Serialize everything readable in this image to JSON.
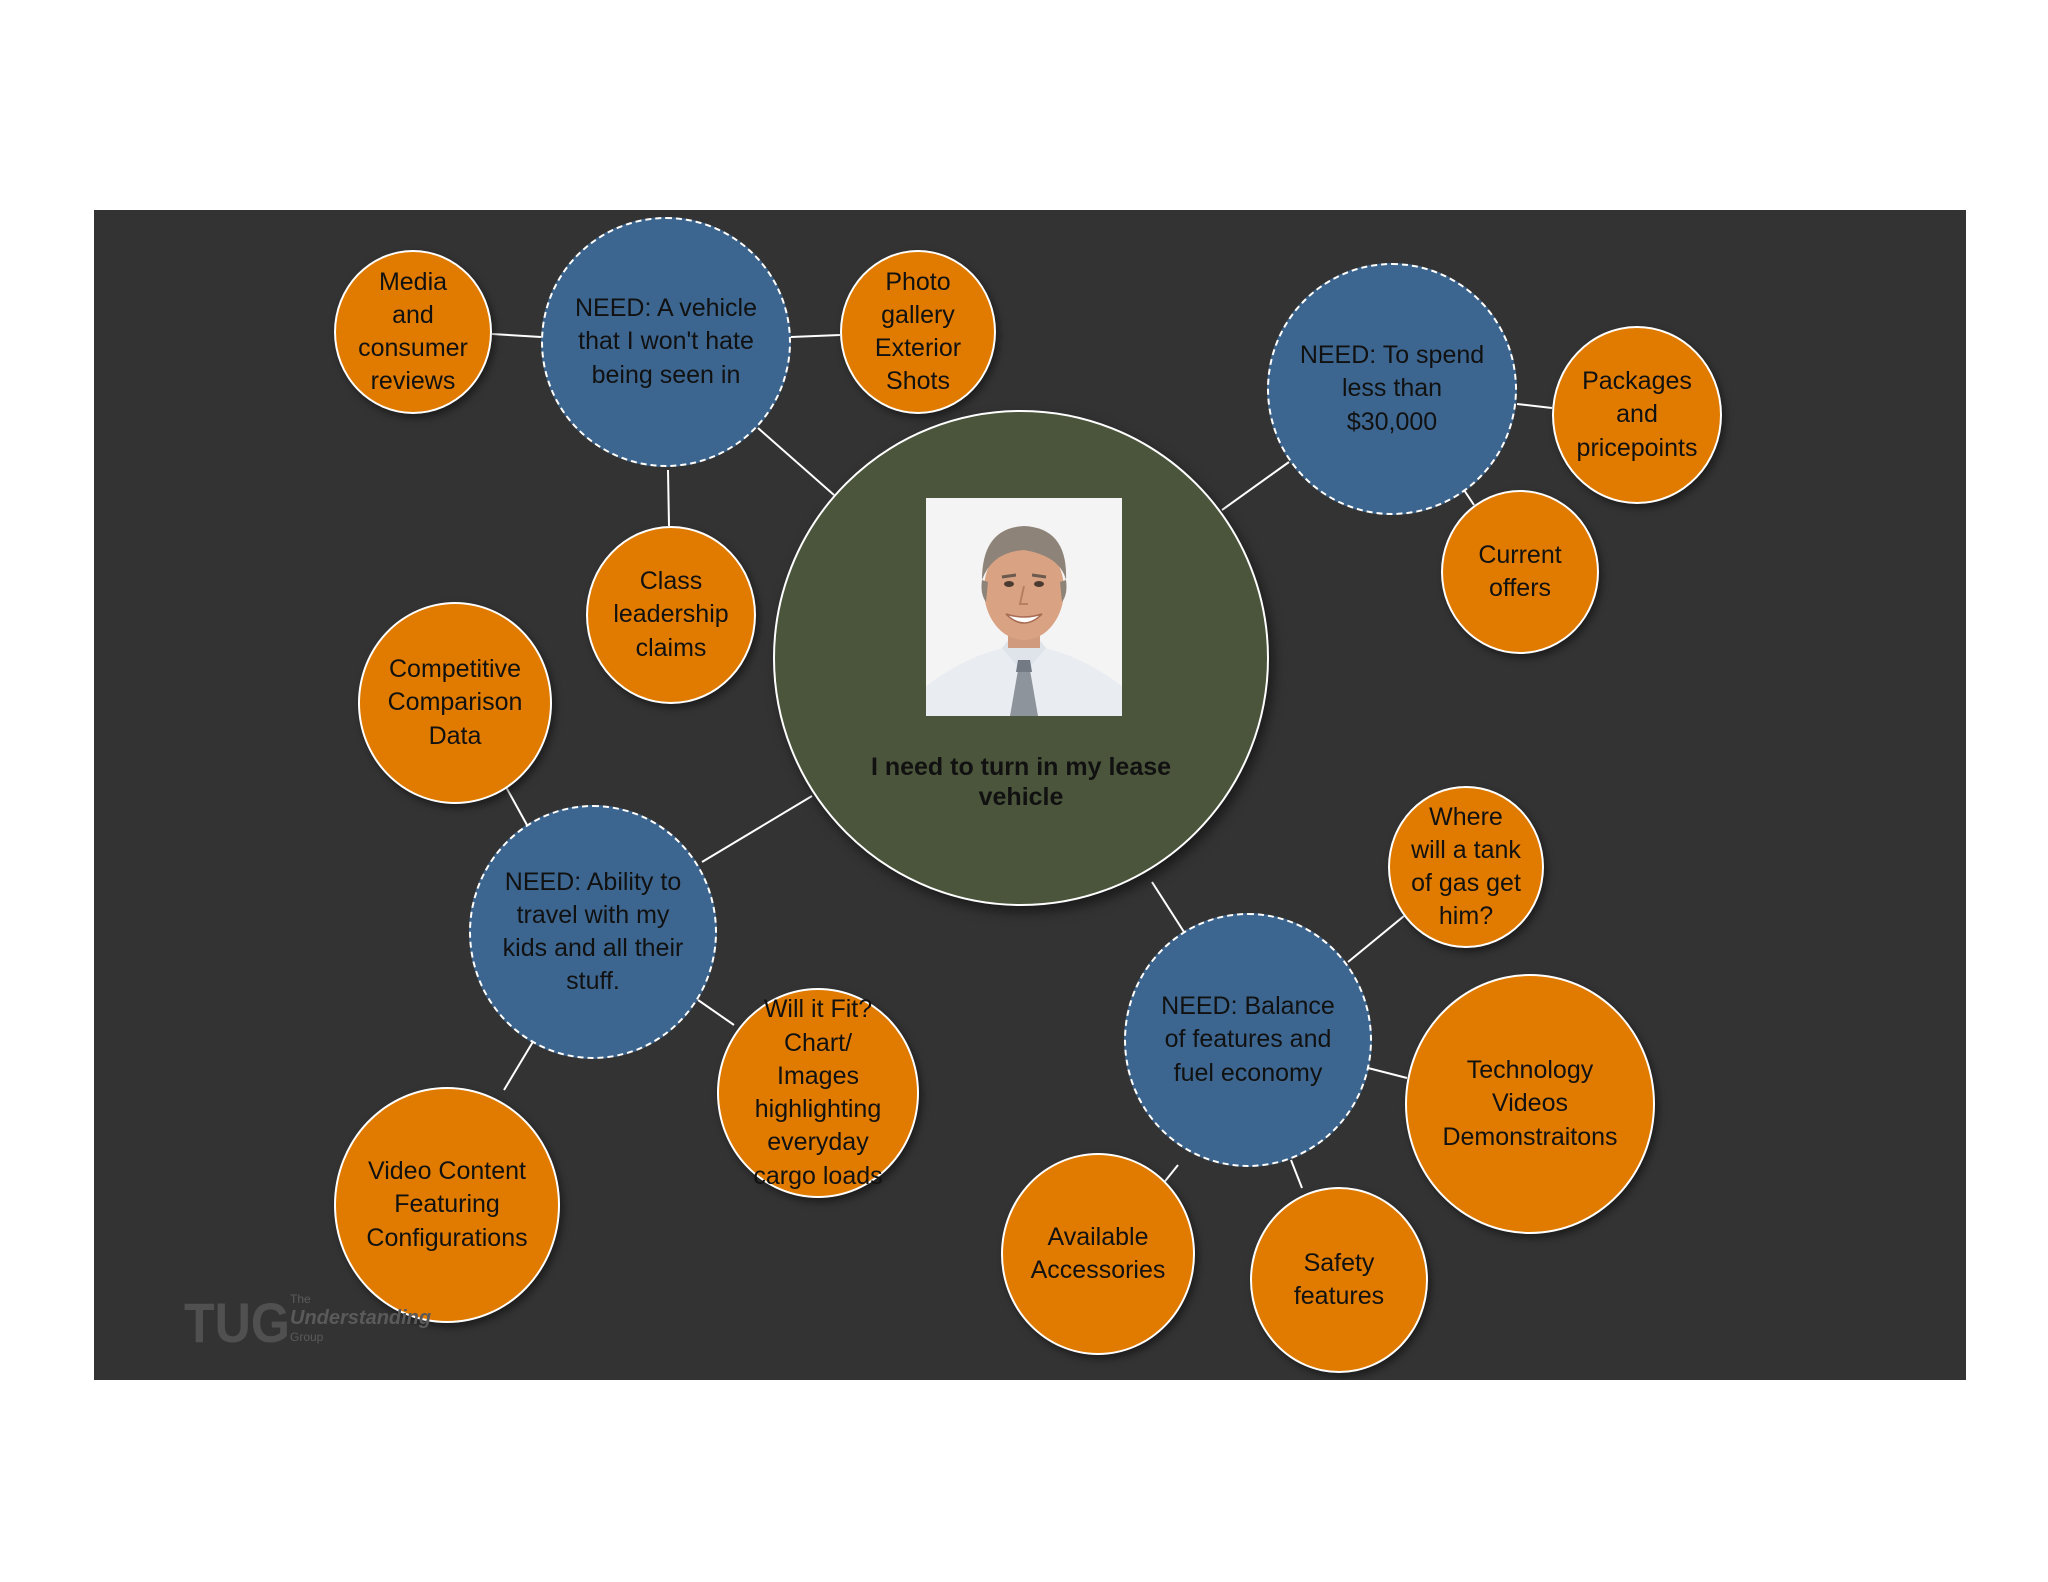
{
  "center": {
    "label": "I need to turn in my lease\nvehicle",
    "image": "smiling-man-portrait"
  },
  "needs": [
    {
      "id": "need-vehicle-image",
      "label": "NEED: A vehicle\nthat I won't hate\nbeing seen in"
    },
    {
      "id": "need-budget",
      "label": "NEED: To spend\nless than\n$30,000"
    },
    {
      "id": "need-space",
      "label": "NEED: Ability to\ntravel with my\nkids and all their\nstuff."
    },
    {
      "id": "need-balance",
      "label": "NEED: Balance\nof features and\nfuel economy"
    }
  ],
  "leaves": [
    {
      "id": "media-reviews",
      "label": "Media\nand\nconsumer\nreviews"
    },
    {
      "id": "photo-gallery",
      "label": "Photo\ngallery\nExterior\nShots"
    },
    {
      "id": "class-leadership",
      "label": "Class\nleadership\nclaims"
    },
    {
      "id": "packages",
      "label": "Packages\nand\npricepoints"
    },
    {
      "id": "current-offers",
      "label": "Current\noffers"
    },
    {
      "id": "competitive-data",
      "label": "Competitive\nComparison\nData"
    },
    {
      "id": "will-it-fit",
      "label": "Will it Fit?\nChart/\nImages\nhighlighting\neveryday\ncargo loads"
    },
    {
      "id": "video-content",
      "label": "Video Content\nFeaturing\nConfigurations"
    },
    {
      "id": "tank-of-gas",
      "label": "Where\nwill a tank\nof gas get\nhim?"
    },
    {
      "id": "technology-videos",
      "label": "Technology\nVideos\nDemonstraitons"
    },
    {
      "id": "available-accessories",
      "label": "Available\nAccessories"
    },
    {
      "id": "safety-features",
      "label": "Safety\nfeatures"
    }
  ],
  "logo": {
    "mark": "TUG",
    "line1": "The",
    "line2": "Understanding",
    "line3": "Group"
  },
  "colors": {
    "slide_background": "#333333",
    "center_fill": "#4b553b",
    "need_fill": "#3c6690",
    "leaf_fill": "#e07b00",
    "outline": "#ffffff"
  }
}
